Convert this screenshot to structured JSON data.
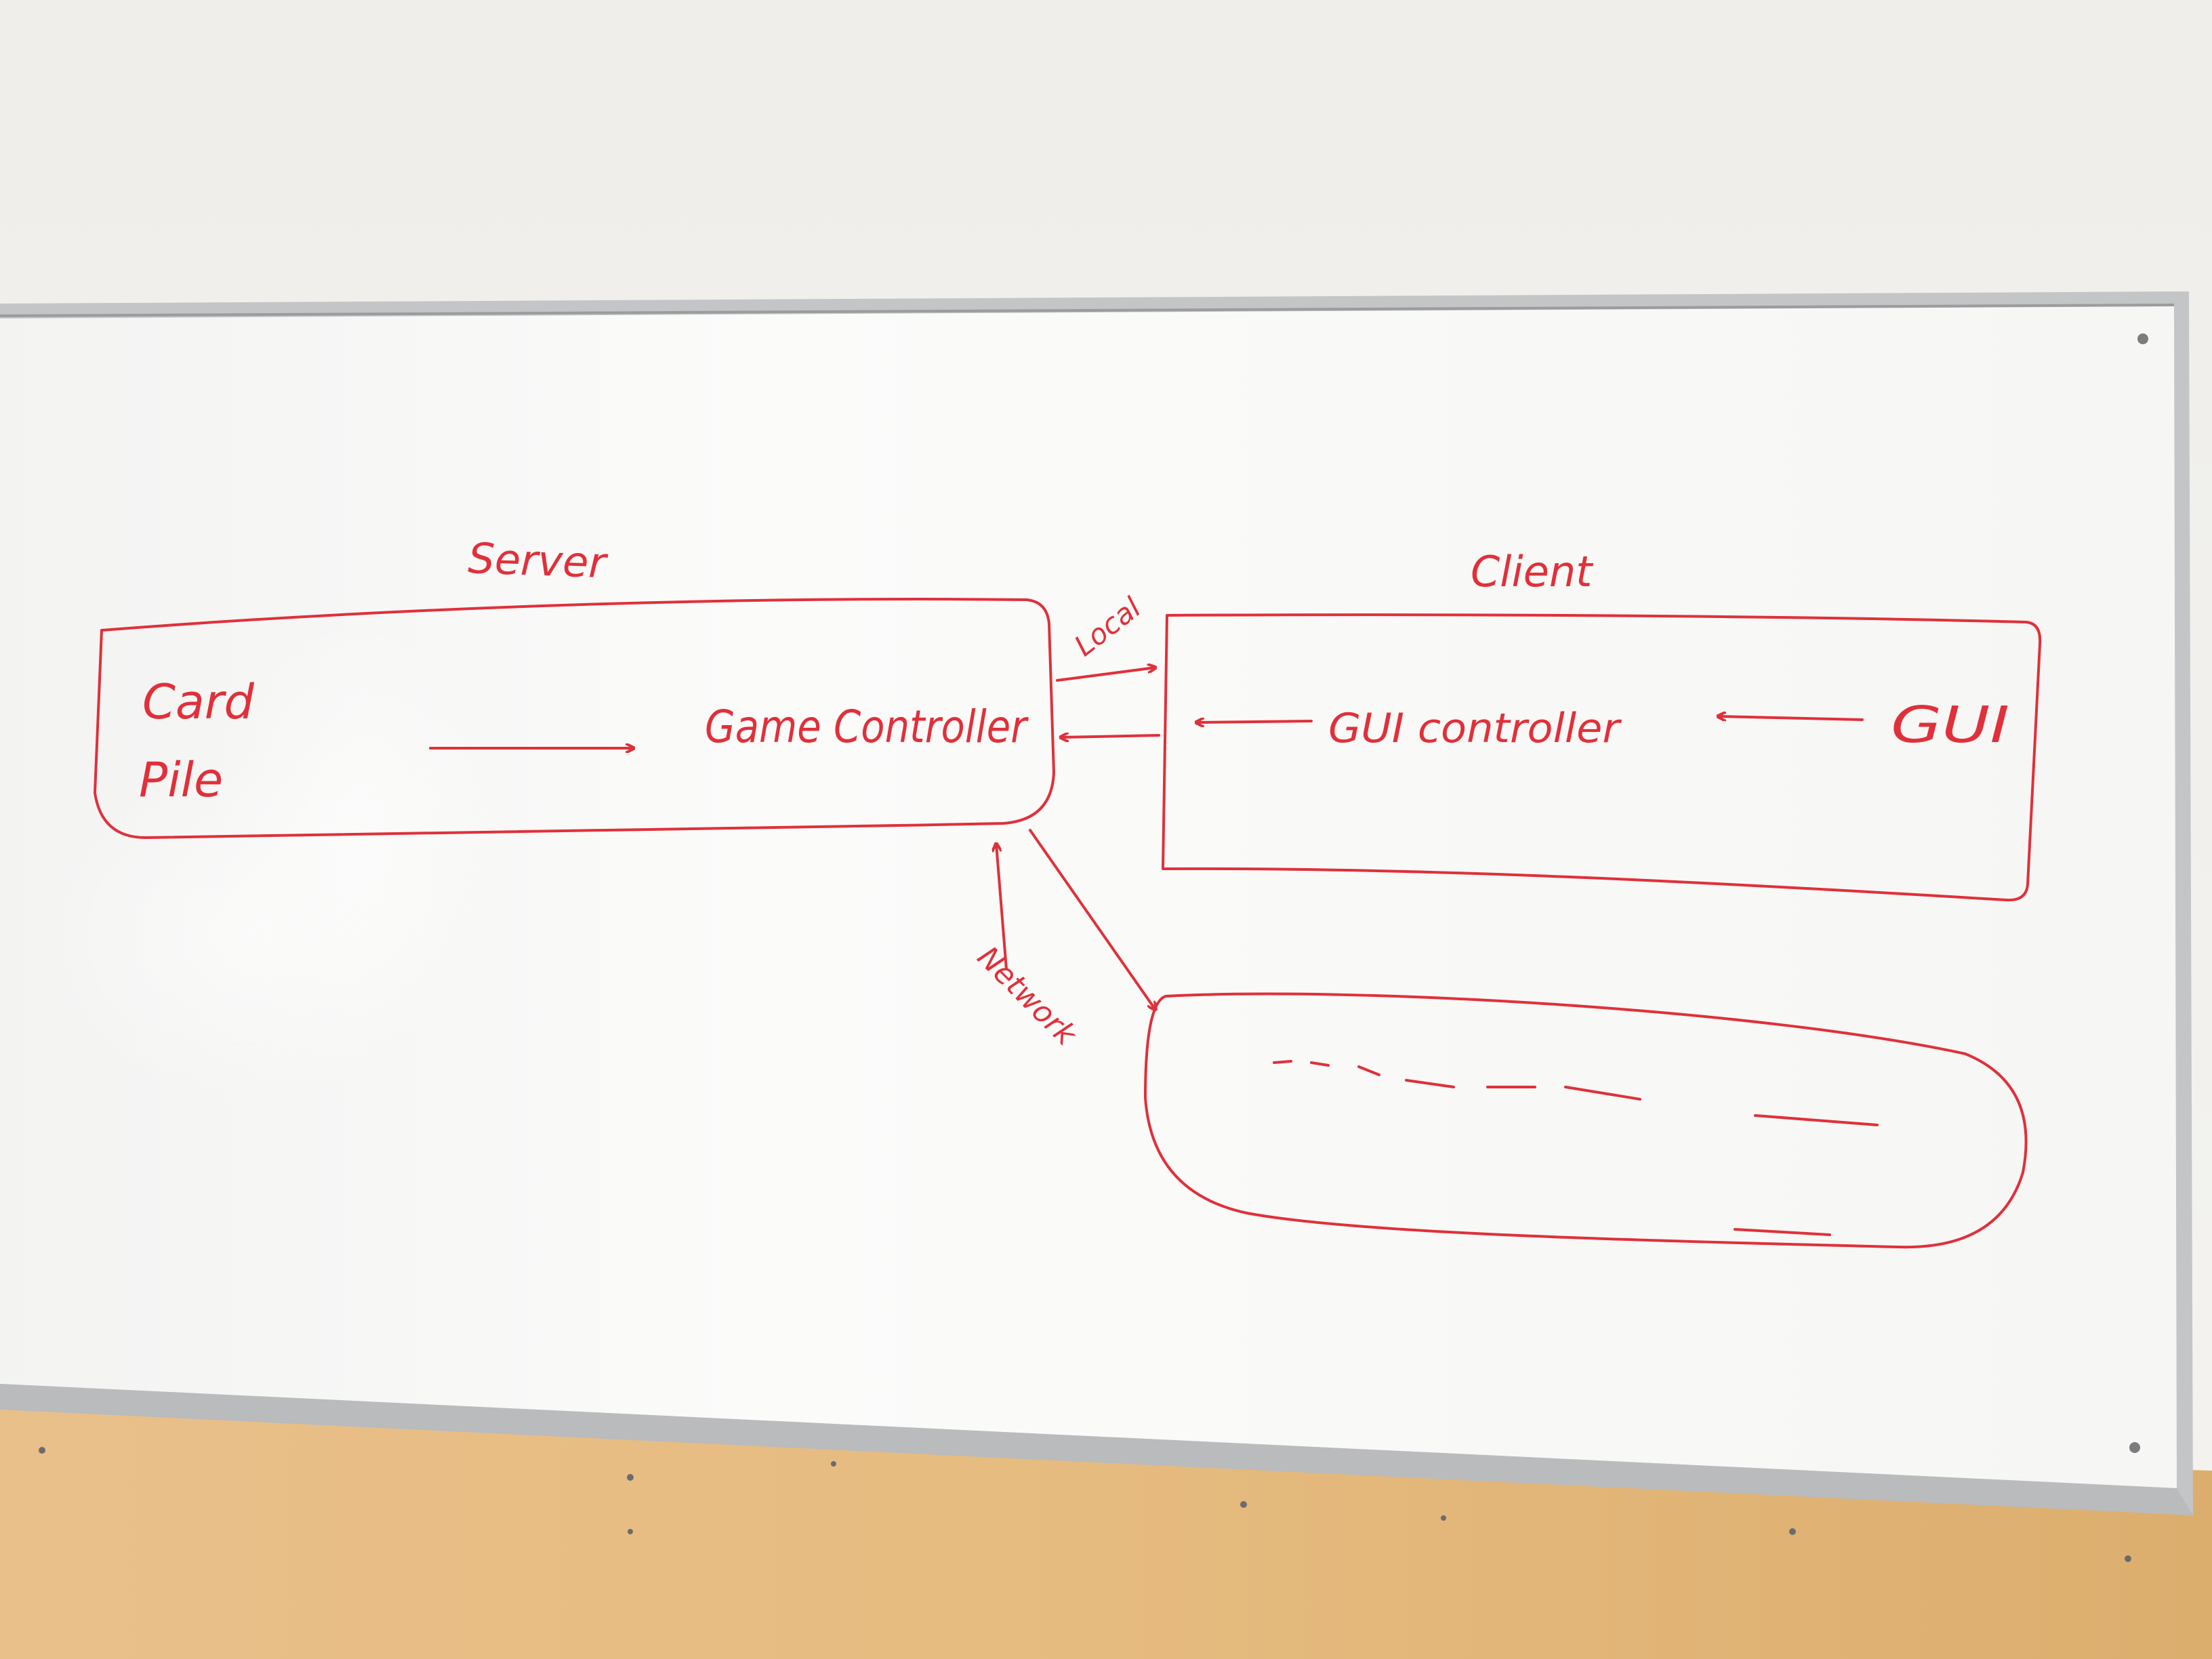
{
  "diagram": {
    "marker_color": "#e0303a",
    "nodes": {
      "server_label": "Server",
      "client_label": "Client",
      "card_pile_line1": "Card",
      "card_pile_line2": "Pile",
      "game_controller": "Game Controller",
      "gui_controller": "GUI controller",
      "gui": "GUI"
    },
    "edges": {
      "local_label": "Local",
      "network_label": "Network"
    }
  },
  "scene": {
    "wall_color": "#f2f1ec",
    "board_color": "#fafaf8",
    "frame_color": "#c8c9ca",
    "wood_color": "#e2b77a"
  }
}
